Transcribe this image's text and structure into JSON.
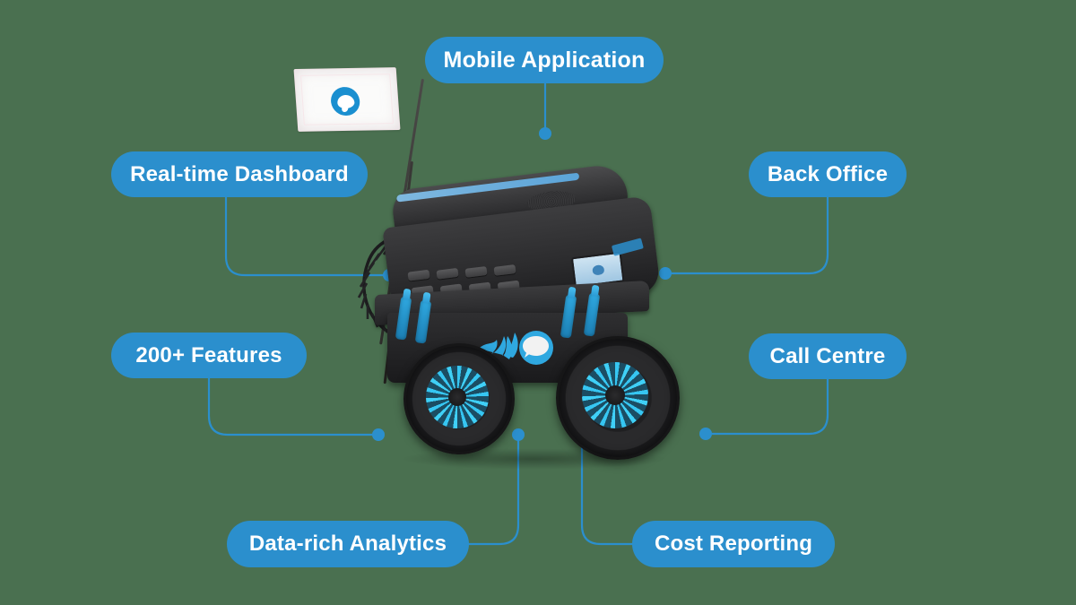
{
  "background_color": "#4a7050",
  "accent_color": "#2b8fcd",
  "connector_color": "#2b8fcd",
  "pill_text_color": "#ffffff",
  "labels": [
    {
      "id": "mobile-application",
      "text": "Mobile Application"
    },
    {
      "id": "real-time-dashboard",
      "text": "Real-time Dashboard"
    },
    {
      "id": "back-office",
      "text": "Back Office"
    },
    {
      "id": "features-200-plus",
      "text": "200+ Features"
    },
    {
      "id": "call-centre",
      "text": "Call Centre"
    },
    {
      "id": "data-rich-analytics",
      "text": "Data-rich Analytics"
    },
    {
      "id": "cost-reporting",
      "text": "Cost Reporting"
    }
  ],
  "connectors": [
    {
      "label": "mobile-application",
      "endpoint": [
        608,
        149
      ]
    },
    {
      "label": "real-time-dashboard",
      "endpoint": [
        434,
        307
      ]
    },
    {
      "label": "back-office",
      "endpoint": [
        742,
        305
      ]
    },
    {
      "label": "features-200-plus",
      "endpoint": [
        422,
        485
      ]
    },
    {
      "label": "call-centre",
      "endpoint": [
        787,
        484
      ]
    },
    {
      "label": "data-rich-analytics",
      "endpoint": [
        578,
        485
      ]
    },
    {
      "label": "cost-reporting",
      "endpoint": [
        649,
        484
      ]
    }
  ],
  "centerpiece": {
    "name": "rc-car-with-desk-phone",
    "description": "Black remote-control monster truck carrying a black office desk phone, with a small white flag bearing a blue speech-bubble logo",
    "flag_logo": "speech-bubble-icon",
    "body_decal": "blue-flaming-speech-bubble-icon",
    "rim_color": "#36c6f2",
    "shock_color": "#2fa8e0",
    "phone_accent_color": "#7fb8e0"
  }
}
